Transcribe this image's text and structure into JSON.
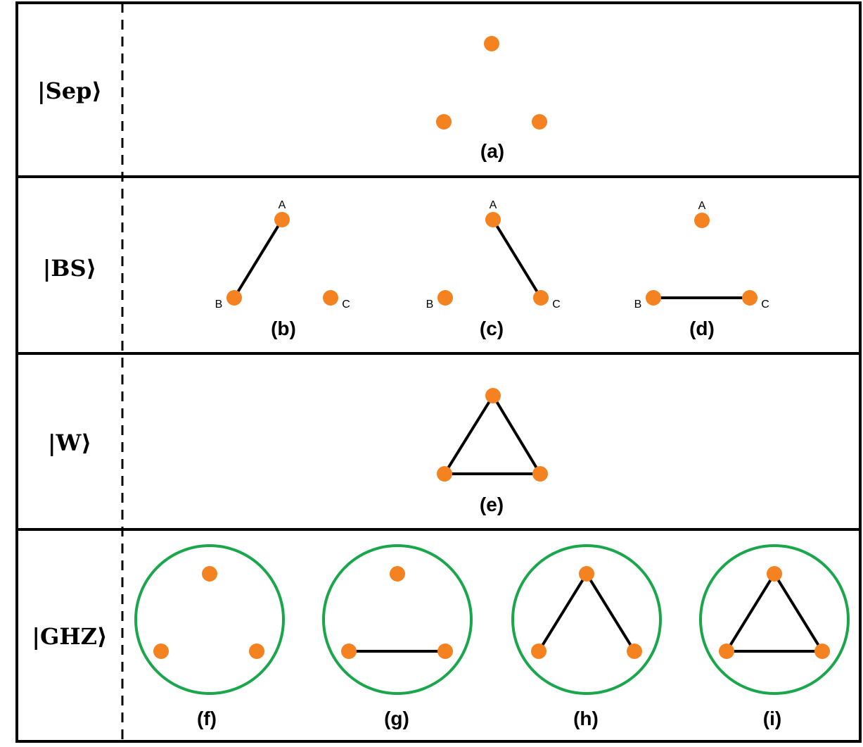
{
  "colors": {
    "node": "#f58220",
    "edge": "#000000",
    "ring": "#1aa64a",
    "border": "#000000"
  },
  "rows": [
    {
      "label": "|Sep⟩"
    },
    {
      "label": "|BS⟩"
    },
    {
      "label": "|W⟩"
    },
    {
      "label": "|GHZ⟩"
    }
  ],
  "panels": [
    {
      "id": "a",
      "tag": "(a)",
      "edges": [],
      "ring": false,
      "node_labels": null
    },
    {
      "id": "b",
      "tag": "(b)",
      "edges": [
        [
          "A",
          "B"
        ]
      ],
      "ring": false,
      "node_labels": {
        "A": "A",
        "B": "B",
        "C": "C"
      }
    },
    {
      "id": "c",
      "tag": "(c)",
      "edges": [
        [
          "A",
          "C"
        ]
      ],
      "ring": false,
      "node_labels": {
        "A": "A",
        "B": "B",
        "C": "C"
      }
    },
    {
      "id": "d",
      "tag": "(d)",
      "edges": [
        [
          "B",
          "C"
        ]
      ],
      "ring": false,
      "node_labels": {
        "A": "A",
        "B": "B",
        "C": "C"
      }
    },
    {
      "id": "e",
      "tag": "(e)",
      "edges": [
        [
          "A",
          "B"
        ],
        [
          "A",
          "C"
        ],
        [
          "B",
          "C"
        ]
      ],
      "ring": false,
      "node_labels": null
    },
    {
      "id": "f",
      "tag": "(f)",
      "edges": [],
      "ring": true,
      "node_labels": null
    },
    {
      "id": "g",
      "tag": "(g)",
      "edges": [
        [
          "B",
          "C"
        ]
      ],
      "ring": true,
      "node_labels": null
    },
    {
      "id": "h",
      "tag": "(h)",
      "edges": [
        [
          "A",
          "B"
        ],
        [
          "A",
          "C"
        ]
      ],
      "ring": true,
      "node_labels": null
    },
    {
      "id": "i",
      "tag": "(i)",
      "edges": [
        [
          "A",
          "B"
        ],
        [
          "A",
          "C"
        ],
        [
          "B",
          "C"
        ]
      ],
      "ring": true,
      "node_labels": null
    }
  ]
}
